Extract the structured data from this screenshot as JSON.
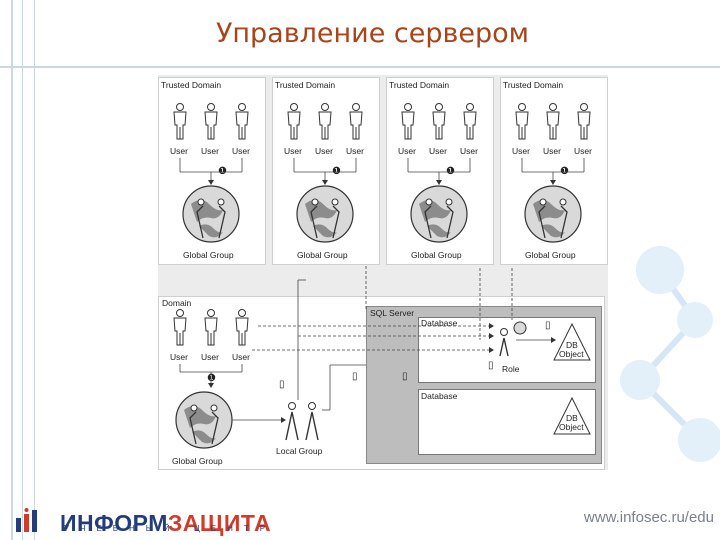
{
  "title": "Управление сервером",
  "trusted_domains": [
    {
      "label": "Trusted Domain",
      "users": [
        "User",
        "User",
        "User"
      ],
      "marker": "❶",
      "group": "Global Group"
    },
    {
      "label": "Trusted Domain",
      "users": [
        "User",
        "User",
        "User"
      ],
      "marker": "❶",
      "group": "Global Group"
    },
    {
      "label": "Trusted Domain",
      "users": [
        "User",
        "User",
        "User"
      ],
      "marker": "❶",
      "group": "Global Group"
    },
    {
      "label": "Trusted Domain",
      "users": [
        "User",
        "User",
        "User"
      ],
      "marker": "❶",
      "group": "Global Group"
    }
  ],
  "domain": {
    "label": "Domain",
    "users": [
      "User",
      "User",
      "User"
    ],
    "marker": "❶",
    "global_group": "Global Group",
    "local_group": "Local Group",
    "local_marker": "▯",
    "markers": [
      "▯",
      "▯"
    ]
  },
  "sql_server": {
    "label": "SQL Server",
    "databases": [
      {
        "label": "Database",
        "role": "Role",
        "object_line1": "DB",
        "object_line2": "Object",
        "role_marker": "▯",
        "obj_marker": "▯"
      },
      {
        "label": "Database",
        "object_line1": "DB",
        "object_line2": "Object"
      }
    ]
  },
  "footer": {
    "brand_part1": "ИНФОРМ",
    "brand_part2": "ЗАЩИТА",
    "brand_sub": "УЧЕБНЫЙ ЦЕНТР",
    "url": "www.infosec.ru/edu"
  },
  "colors": {
    "title": "#a8441a",
    "panel_border": "#cfcfcf",
    "sql_gray": "#bdbdbd",
    "grid": "#c9d6e6"
  }
}
